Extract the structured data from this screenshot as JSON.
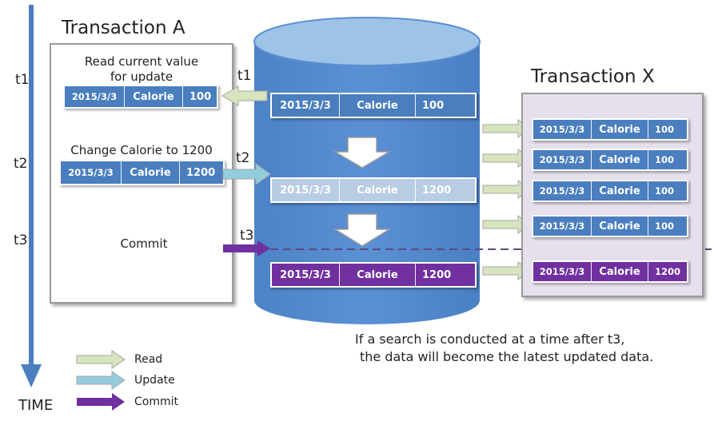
{
  "time_axis": {
    "label": "TIME",
    "ticks": [
      "t1",
      "t2",
      "t3"
    ]
  },
  "transaction_a": {
    "title": "Transaction A",
    "read_text": "Read current value\nfor update",
    "change_text": "Change Calorie to 1200",
    "commit_text": "Commit",
    "row_read": {
      "date": "2015/3/3",
      "field": "Calorie",
      "value": "100"
    },
    "row_change": {
      "date": "2015/3/3",
      "field": "Calorie",
      "value": "1200"
    }
  },
  "database": {
    "arrow_labels": [
      "t1",
      "t2",
      "t3"
    ],
    "row_t1": {
      "date": "2015/3/3",
      "field": "Calorie",
      "value": "100"
    },
    "row_t2": {
      "date": "2015/3/3",
      "field": "Calorie",
      "value": "1200"
    },
    "row_t3": {
      "date": "2015/3/3",
      "field": "Calorie",
      "value": "1200"
    }
  },
  "transaction_x": {
    "title": "Transaction X",
    "rows": [
      {
        "date": "2015/3/3",
        "field": "Calorie",
        "value": "100"
      },
      {
        "date": "2015/3/3",
        "field": "Calorie",
        "value": "100"
      },
      {
        "date": "2015/3/3",
        "field": "Calorie",
        "value": "100"
      },
      {
        "date": "2015/3/3",
        "field": "Calorie",
        "value": "100"
      },
      {
        "date": "2015/3/3",
        "field": "Calorie",
        "value": "1200"
      }
    ]
  },
  "note": {
    "line1": "If a search is conducted at a time after t3,",
    "line2": "the data will become the latest updated data."
  },
  "legend": {
    "read": "Read",
    "update": "Update",
    "commit": "Commit"
  },
  "colors": {
    "axis": "#4a7ebf",
    "cylinder_body": "#5b8fd3",
    "cylinder_top": "#9dc3e6",
    "read_arrow": "#d7e4bd",
    "update_arrow": "#93cddd",
    "commit_arrow": "#7030a0"
  }
}
